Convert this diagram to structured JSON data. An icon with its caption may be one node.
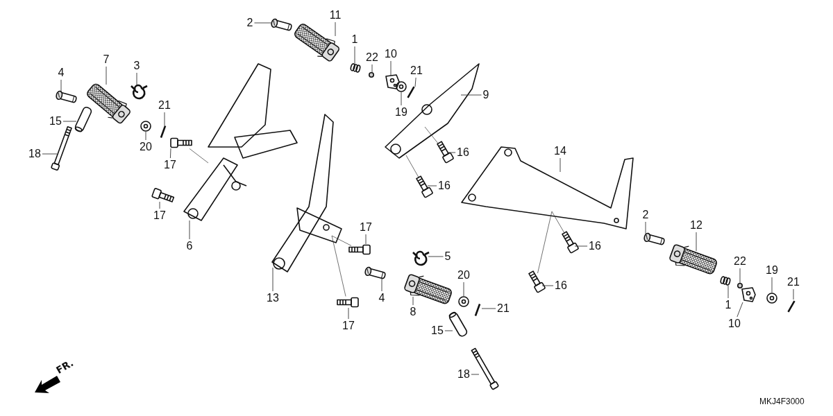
{
  "diagram": {
    "nodes": [
      {
        "text": [
          "2"
        ]
      },
      {
        "text": [],
        "shape": "picture"
      },
      {
        "text": [
          "11"
        ]
      },
      {
        "text": [],
        "shape": "picture"
      },
      {
        "text": [
          "1"
        ]
      },
      {
        "text": [],
        "shape": "picture"
      },
      {
        "text": [
          "22"
        ]
      },
      {
        "text": [],
        "shape": "circle"
      },
      {
        "text": [
          "10"
        ]
      },
      {
        "text": [],
        "shape": "picture"
      },
      {
        "text": [
          "21"
        ]
      },
      {
        "text": [],
        "shape": "picture"
      },
      {
        "text": [
          "9"
        ]
      },
      {
        "text": [],
        "shape": "picture"
      },
      {
        "text": [
          "19"
        ]
      },
      {
        "text": [],
        "shape": "picture"
      },
      {
        "text": [
          "16"
        ]
      },
      {
        "text": [],
        "shape": "picture"
      },
      {
        "text": [
          "16"
        ]
      },
      {
        "text": [],
        "shape": "picture"
      },
      {
        "text": [
          "4"
        ]
      },
      {
        "text": [],
        "shape": "picture"
      },
      {
        "text": [
          "7"
        ]
      },
      {
        "text": [],
        "shape": "picture"
      },
      {
        "text": [
          "3"
        ]
      },
      {
        "text": [],
        "shape": "picture"
      },
      {
        "text": [
          "21"
        ]
      },
      {
        "text": [],
        "shape": "picture"
      },
      {
        "text": [
          "15"
        ]
      },
      {
        "text": [],
        "shape": "picture"
      },
      {
        "text": [
          "20"
        ]
      },
      {
        "text": [],
        "shape": "picture"
      },
      {
        "text": [
          "18"
        ]
      },
      {
        "text": [],
        "shape": "picture"
      },
      {
        "text": [
          "17"
        ]
      },
      {
        "text": [],
        "shape": "picture"
      },
      {
        "text": [
          "17"
        ]
      },
      {
        "text": [],
        "shape": "picture"
      },
      {
        "text": [
          "6"
        ]
      },
      {
        "text": [],
        "shape": "picture"
      },
      {
        "text": [
          "14"
        ]
      },
      {
        "text": [],
        "shape": "picture"
      },
      {
        "text": [
          "2"
        ]
      },
      {
        "text": [],
        "shape": "picture"
      },
      {
        "text": [
          "12"
        ]
      },
      {
        "text": [],
        "shape": "picture"
      },
      {
        "text": [
          "16"
        ]
      },
      {
        "text": [],
        "shape": "picture"
      },
      {
        "text": [
          "17"
        ]
      },
      {
        "text": [],
        "shape": "picture"
      },
      {
        "text": [
          "5"
        ]
      },
      {
        "text": [],
        "shape": "picture"
      },
      {
        "text": [
          "22"
        ]
      },
      {
        "text": [],
        "shape": "circle"
      },
      {
        "text": [
          "19"
        ]
      },
      {
        "text": [],
        "shape": "picture"
      },
      {
        "text": [
          "21"
        ]
      },
      {
        "text": [],
        "shape": "picture"
      },
      {
        "text": [
          "20"
        ]
      },
      {
        "text": [],
        "shape": "picture"
      },
      {
        "text": [
          "4"
        ]
      },
      {
        "text": [],
        "shape": "picture"
      },
      {
        "text": [
          "8"
        ]
      },
      {
        "text": [],
        "shape": "picture"
      },
      {
        "text": [
          "13"
        ]
      },
      {
        "text": [],
        "shape": "picture"
      },
      {
        "text": [
          "16"
        ]
      },
      {
        "text": [],
        "shape": "picture"
      },
      {
        "text": [
          "1"
        ]
      },
      {
        "text": [],
        "shape": "picture"
      },
      {
        "text": [
          "10"
        ]
      },
      {
        "text": [],
        "shape": "picture"
      },
      {
        "text": [
          "21"
        ]
      },
      {
        "text": [],
        "shape": "picture"
      },
      {
        "text": [
          "17"
        ]
      },
      {
        "text": [],
        "shape": "picture"
      },
      {
        "text": [
          "15"
        ]
      },
      {
        "text": [],
        "shape": "picture"
      },
      {
        "text": [
          "18"
        ]
      },
      {
        "text": [],
        "shape": "picture"
      }
    ],
    "edges": [
      {
        "from": 0,
        "to": 1,
        "arrow": "none"
      },
      {
        "from": 2,
        "to": 3,
        "arrow": "none"
      },
      {
        "from": 4,
        "to": 5,
        "arrow": "none"
      },
      {
        "from": 6,
        "to": 7,
        "arrow": "none"
      },
      {
        "from": 8,
        "to": 9,
        "arrow": "none"
      },
      {
        "from": 10,
        "to": 11,
        "arrow": "none"
      },
      {
        "from": 12,
        "to": 13,
        "arrow": "none"
      },
      {
        "from": 14,
        "to": 15,
        "arrow": "none"
      },
      {
        "from": 16,
        "to": 17,
        "arrow": "none"
      },
      {
        "from": 18,
        "to": 19,
        "arrow": "none"
      },
      {
        "from": 20,
        "to": 21,
        "arrow": "none"
      },
      {
        "from": 22,
        "to": 23,
        "arrow": "none"
      },
      {
        "from": 24,
        "to": 25,
        "arrow": "none"
      },
      {
        "from": 26,
        "to": 27,
        "arrow": "none"
      },
      {
        "from": 28,
        "to": 29,
        "arrow": "none"
      },
      {
        "from": 30,
        "to": 31,
        "arrow": "none"
      },
      {
        "from": 32,
        "to": 33,
        "arrow": "none"
      },
      {
        "from": 34,
        "to": 35,
        "arrow": "none"
      },
      {
        "from": 36,
        "to": 37,
        "arrow": "none"
      },
      {
        "from": 38,
        "to": 39,
        "arrow": "none"
      },
      {
        "from": 40,
        "to": 41,
        "arrow": "none"
      },
      {
        "from": 42,
        "to": 43,
        "arrow": "none"
      },
      {
        "from": 44,
        "to": 45,
        "arrow": "none"
      },
      {
        "from": 46,
        "to": 47,
        "arrow": "none"
      },
      {
        "from": 48,
        "to": 49,
        "arrow": "none"
      },
      {
        "from": 50,
        "to": 51,
        "arrow": "none"
      },
      {
        "from": 52,
        "to": 53,
        "arrow": "none"
      },
      {
        "from": 54,
        "to": 55,
        "arrow": "none"
      },
      {
        "from": 56,
        "to": 57,
        "arrow": "none"
      },
      {
        "from": 58,
        "to": 59,
        "arrow": "none"
      },
      {
        "from": 60,
        "to": 61,
        "arrow": "none"
      },
      {
        "from": 62,
        "to": 63,
        "arrow": "none"
      },
      {
        "from": 64,
        "to": 65,
        "arrow": "none"
      },
      {
        "from": 66,
        "to": 67,
        "arrow": "none"
      },
      {
        "from": 68,
        "to": 69,
        "arrow": "none"
      },
      {
        "from": 70,
        "to": 71,
        "arrow": "none"
      },
      {
        "from": 72,
        "to": 73,
        "arrow": "none"
      },
      {
        "from": 74,
        "to": 75,
        "arrow": "none"
      },
      {
        "from": 76,
        "to": 77,
        "arrow": "none"
      },
      {
        "from": 78,
        "to": 79,
        "arrow": "none"
      },
      {
        "from": 17,
        "to": 13,
        "arrow": "none"
      },
      {
        "from": 19,
        "to": 13,
        "arrow": "none"
      },
      {
        "from": 47,
        "to": 41,
        "arrow": "none"
      },
      {
        "from": 67,
        "to": 41,
        "arrow": "none"
      },
      {
        "from": 49,
        "to": 65,
        "arrow": "none"
      },
      {
        "from": 75,
        "to": 65,
        "arrow": "none"
      },
      {
        "from": 35,
        "to": 39,
        "arrow": "none"
      }
    ],
    "labels": [
      "FR.",
      "MKJ4F3000"
    ]
  }
}
